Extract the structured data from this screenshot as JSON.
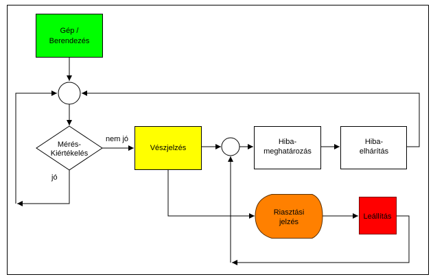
{
  "diagram": {
    "type": "flowchart",
    "nodes": {
      "machine": {
        "label_lines": [
          "Gép /",
          "Berendezés"
        ],
        "shape": "rectangle",
        "fill": "#00ff00"
      },
      "junction_top": {
        "shape": "circle",
        "fill": "#ffffff"
      },
      "decision": {
        "label_lines": [
          "Mérés-",
          "Kiértékelés"
        ],
        "shape": "diamond",
        "fill": "#ffffff"
      },
      "alarm": {
        "label": "Vészjelzés",
        "shape": "rectangle",
        "fill": "#ffff00"
      },
      "junction_mid": {
        "shape": "circle",
        "fill": "#ffffff"
      },
      "fault_detection": {
        "label_lines": [
          "Hiba-",
          "meghatározás"
        ],
        "shape": "rectangle",
        "fill": "#ffffff"
      },
      "fault_repair": {
        "label_lines": [
          "Hiba-",
          "elhárítás"
        ],
        "shape": "rectangle",
        "fill": "#ffffff"
      },
      "alarm_signal": {
        "label_lines": [
          "Riasztási",
          "jelzés"
        ],
        "shape": "delay",
        "fill": "#ff8000"
      },
      "shutdown": {
        "label": "Leállítás",
        "shape": "rectangle",
        "fill": "#ff0000"
      }
    },
    "edge_labels": {
      "not_ok": "nem jó",
      "ok": "jó"
    },
    "edges": [
      {
        "from": "machine",
        "to": "junction_top"
      },
      {
        "from": "junction_top",
        "to": "decision"
      },
      {
        "from": "decision",
        "to": "alarm",
        "label": "nem jó"
      },
      {
        "from": "decision",
        "to": "junction_top",
        "label": "jó"
      },
      {
        "from": "alarm",
        "to": "junction_mid"
      },
      {
        "from": "alarm",
        "to": "alarm_signal"
      },
      {
        "from": "junction_mid",
        "to": "fault_detection"
      },
      {
        "from": "fault_detection",
        "to": "fault_repair"
      },
      {
        "from": "fault_repair",
        "to": "junction_top"
      },
      {
        "from": "alarm_signal",
        "to": "shutdown"
      },
      {
        "from": "shutdown",
        "to": "junction_mid"
      }
    ]
  }
}
